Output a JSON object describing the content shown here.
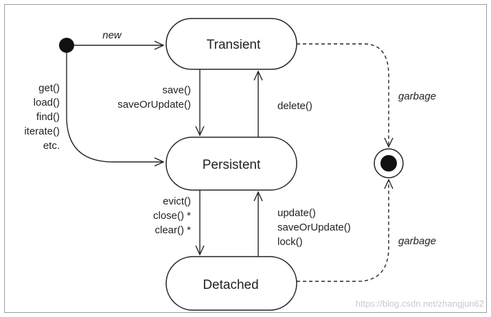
{
  "states": {
    "transient": "Transient",
    "persistent": "Persistent",
    "detached": "Detached"
  },
  "transitions": {
    "new": "new",
    "load_methods": [
      "get()",
      "load()",
      "find()",
      "iterate()",
      "etc."
    ],
    "save_methods": [
      "save()",
      "saveOrUpdate()"
    ],
    "delete_methods": [
      "delete()"
    ],
    "evict_methods": [
      "evict()",
      "close() *",
      "clear() *"
    ],
    "update_methods": [
      "update()",
      "saveOrUpdate()",
      "lock()"
    ],
    "garbage_top": "garbage",
    "garbage_bottom": "garbage"
  },
  "watermark": "https://blog.csdn.net/zhangjun62"
}
